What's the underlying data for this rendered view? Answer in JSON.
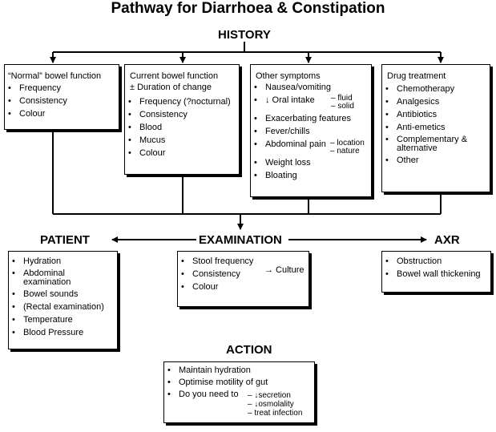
{
  "title": "Pathway for Diarrhoea & Constipation",
  "history": {
    "heading": "HISTORY",
    "normal": {
      "title": "“Normal” bowel function",
      "items": [
        "Frequency",
        "Consistency",
        "Colour"
      ]
    },
    "current": {
      "title": "Current bowel function",
      "subtitle": "± Duration of change",
      "items": [
        "Frequency (?nocturnal)",
        "Consistency",
        "Blood",
        "Mucus",
        "Colour"
      ]
    },
    "other": {
      "title": "Other symptoms",
      "nausea": "Nausea/vomiting",
      "oral": "↓ Oral intake",
      "oral_sub": [
        "– fluid",
        "– solid"
      ],
      "exacerbating": "Exacerbating features",
      "fever": "Fever/chills",
      "abdominal": "Abdominal pain",
      "abdominal_sub": [
        "– location",
        "– nature"
      ],
      "weight": "Weight loss",
      "bloating": "Bloating"
    },
    "drug": {
      "title": "Drug treatment",
      "items": [
        "Chemotherapy",
        "Analgesics",
        "Antibiotics",
        "Anti-emetics",
        "Complementary &",
        "Other"
      ],
      "complementary_cont": "alternative"
    }
  },
  "examination": {
    "heading": "EXAMINATION",
    "items": [
      "Stool frequency",
      "Consistency",
      "Colour"
    ],
    "culture": "→ Culture"
  },
  "patient": {
    "heading": "PATIENT",
    "items": [
      "Hydration",
      "Abdominal",
      "Bowel sounds",
      "(Rectal examination)",
      "Temperature",
      "Blood Pressure"
    ],
    "abdominal_cont": "examination"
  },
  "axr": {
    "heading": "AXR",
    "items": [
      "Obstruction",
      "Bowel wall thickening"
    ]
  },
  "action": {
    "heading": "ACTION",
    "items": [
      "Maintain hydration",
      "Optimise motility of gut",
      "Do you need to"
    ],
    "sub": [
      "– ↓secretion",
      "– ↓osmolality",
      "– treat infection"
    ]
  },
  "bullet": "•"
}
